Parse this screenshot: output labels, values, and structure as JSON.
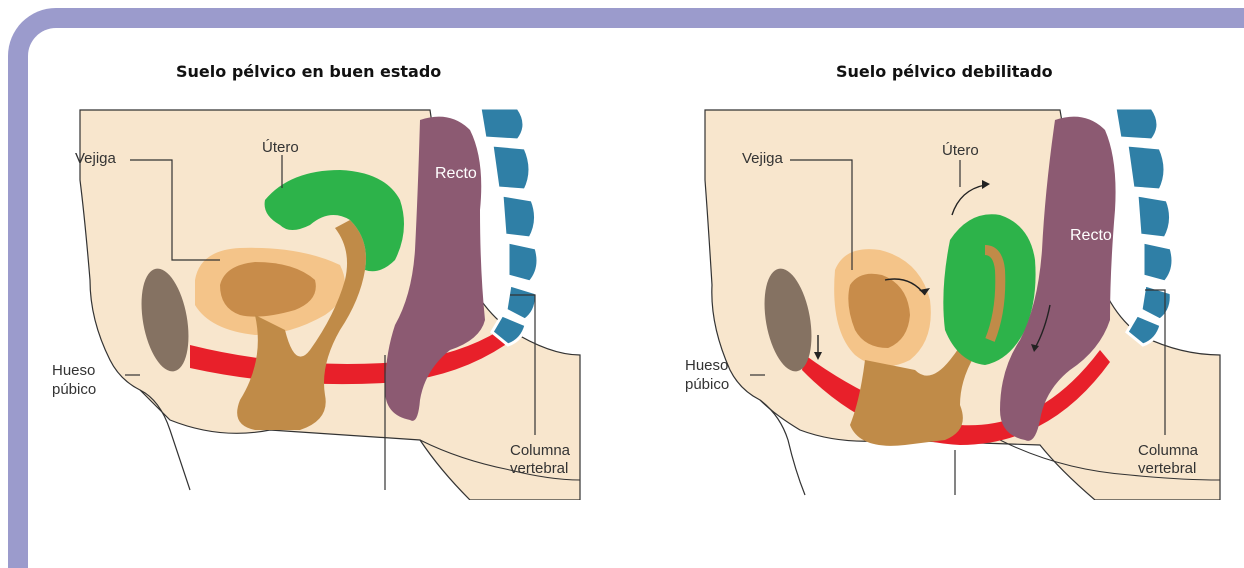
{
  "panels": [
    {
      "title": "Suelo pélvico en buen estado",
      "labels": {
        "utero": "Útero",
        "vejiga": "Vejiga",
        "recto": "Recto",
        "hueso_1": "Hueso",
        "hueso_2": "púbico",
        "columna_1": "Columna",
        "columna_2": "vertebral"
      }
    },
    {
      "title": "Suelo pélvico debilitado",
      "labels": {
        "utero": "Útero",
        "vejiga": "Vejiga",
        "recto": "Recto",
        "hueso_1": "Hueso",
        "hueso_2": "púbico",
        "columna_1": "Columna",
        "columna_2": "vertebral"
      }
    }
  ],
  "colors": {
    "frame": "#9b9bcc",
    "skin": "#f8e6cd",
    "bladder_outer": "#f4c489",
    "bladder_inner": "#c88c4a",
    "uterus": "#2db34a",
    "canal": "#c08b48",
    "rectum": "#8c5a72",
    "pelvic_floor": "#e8202a",
    "bone": "#857262",
    "spine": "#2f7fa6"
  }
}
